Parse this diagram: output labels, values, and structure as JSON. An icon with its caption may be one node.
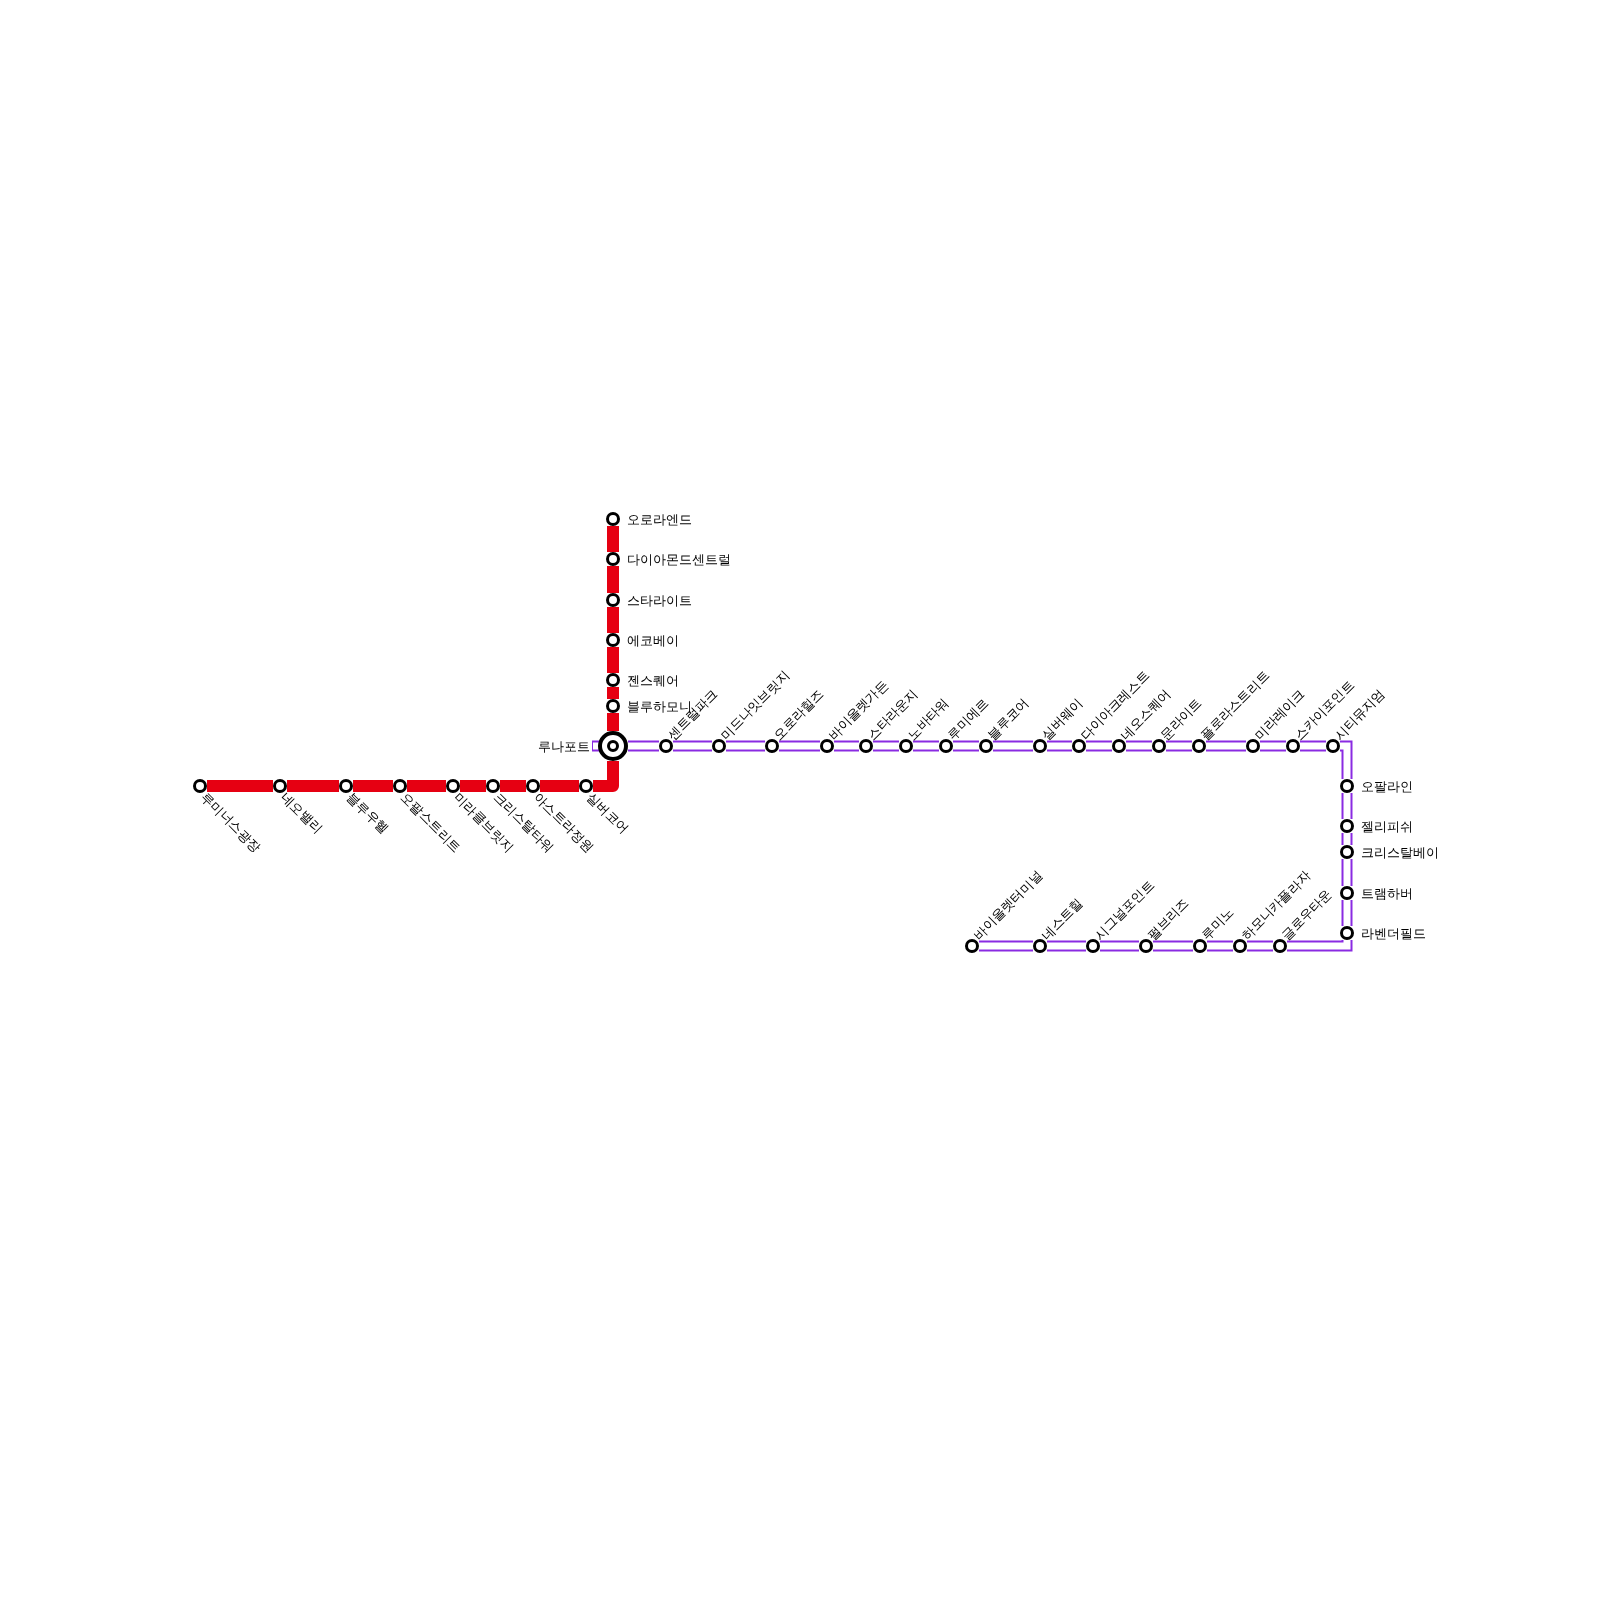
{
  "diagram": {
    "nodes": [
      {
        "text": [
          "오로라엔드"
        ]
      },
      {
        "text": [
          "다이아몬드센트럴"
        ]
      },
      {
        "text": [
          "스타라이트"
        ]
      },
      {
        "text": [
          "에코베이"
        ]
      },
      {
        "text": [
          "젠스퀘어"
        ]
      },
      {
        "text": [
          "블루하모니"
        ]
      },
      {
        "text": [
          "루나포트"
        ]
      },
      {
        "text": [
          "루미너스광장"
        ]
      },
      {
        "text": [
          "네오밸리"
        ]
      },
      {
        "text": [
          "블루우헬"
        ]
      },
      {
        "text": [
          "오팔스트리트"
        ]
      },
      {
        "text": [
          "미라클브릿지"
        ]
      },
      {
        "text": [
          "크리스탈타워"
        ]
      },
      {
        "text": [
          "아스트라정원"
        ]
      },
      {
        "text": [
          "실버코어"
        ]
      },
      {
        "text": [
          "센트럴파크"
        ]
      },
      {
        "text": [
          "미드나잇브릿지"
        ]
      },
      {
        "text": [
          "오로라힐즈"
        ]
      },
      {
        "text": [
          "바이올렛가든"
        ]
      },
      {
        "text": [
          "스타라운지"
        ]
      },
      {
        "text": [
          "노바타워"
        ]
      },
      {
        "text": [
          "루미에르"
        ]
      },
      {
        "text": [
          "블루코어"
        ]
      },
      {
        "text": [
          "실버웨이"
        ]
      },
      {
        "text": [
          "다이아크레스트"
        ]
      },
      {
        "text": [
          "네오스퀘어"
        ]
      },
      {
        "text": [
          "문라이트"
        ]
      },
      {
        "text": [
          "플로라스트리트"
        ]
      },
      {
        "text": [
          "미라레이크"
        ]
      },
      {
        "text": [
          "스카이포인트"
        ]
      },
      {
        "text": [
          "시티뮤지엄"
        ]
      },
      {
        "text": [
          "오팔라인"
        ]
      },
      {
        "text": [
          "젤리피쉬"
        ]
      },
      {
        "text": [
          "크리스탈베이"
        ]
      },
      {
        "text": [
          "트램하버"
        ]
      },
      {
        "text": [
          "라벤더필드"
        ]
      },
      {
        "text": [
          "바이올렛터미널"
        ]
      },
      {
        "text": [
          "네스트힐"
        ]
      },
      {
        "text": [
          "시그널포인트"
        ]
      },
      {
        "text": [
          "펄브리즈"
        ]
      },
      {
        "text": [
          "루미노"
        ]
      },
      {
        "text": [
          "하모니카플라자"
        ]
      },
      {
        "text": [
          "글로우타운"
        ]
      }
    ],
    "edges": [
      {
        "from": 0,
        "to": 1,
        "arrow": "none",
        "color": "#e60012"
      },
      {
        "from": 1,
        "to": 2,
        "arrow": "none",
        "color": "#e60012"
      },
      {
        "from": 2,
        "to": 3,
        "arrow": "none",
        "color": "#e60012"
      },
      {
        "from": 3,
        "to": 4,
        "arrow": "none",
        "color": "#e60012"
      },
      {
        "from": 4,
        "to": 5,
        "arrow": "none",
        "color": "#e60012"
      },
      {
        "from": 5,
        "to": 6,
        "arrow": "none",
        "color": "#e60012"
      },
      {
        "from": 6,
        "to": 14,
        "arrow": "none",
        "color": "#e60012"
      },
      {
        "from": 14,
        "to": 13,
        "arrow": "none",
        "color": "#e60012"
      },
      {
        "from": 13,
        "to": 12,
        "arrow": "none",
        "color": "#e60012"
      },
      {
        "from": 12,
        "to": 11,
        "arrow": "none",
        "color": "#e60012"
      },
      {
        "from": 11,
        "to": 10,
        "arrow": "none",
        "color": "#e60012"
      },
      {
        "from": 10,
        "to": 9,
        "arrow": "none",
        "color": "#e60012"
      },
      {
        "from": 9,
        "to": 8,
        "arrow": "none",
        "color": "#e60012"
      },
      {
        "from": 8,
        "to": 7,
        "arrow": "none",
        "color": "#e60012"
      },
      {
        "from": 6,
        "to": 15,
        "arrow": "none"
      },
      {
        "from": 15,
        "to": 16,
        "arrow": "none"
      },
      {
        "from": 16,
        "to": 17,
        "arrow": "none"
      },
      {
        "from": 17,
        "to": 18,
        "arrow": "none"
      },
      {
        "from": 18,
        "to": 19,
        "arrow": "none"
      },
      {
        "from": 19,
        "to": 20,
        "arrow": "none"
      },
      {
        "from": 20,
        "to": 21,
        "arrow": "none"
      },
      {
        "from": 21,
        "to": 22,
        "arrow": "none"
      },
      {
        "from": 22,
        "to": 23,
        "arrow": "none"
      },
      {
        "from": 23,
        "to": 24,
        "arrow": "none"
      },
      {
        "from": 24,
        "to": 25,
        "arrow": "none"
      },
      {
        "from": 25,
        "to": 26,
        "arrow": "none"
      },
      {
        "from": 26,
        "to": 27,
        "arrow": "none"
      },
      {
        "from": 27,
        "to": 28,
        "arrow": "none"
      },
      {
        "from": 28,
        "to": 29,
        "arrow": "none"
      },
      {
        "from": 29,
        "to": 30,
        "arrow": "none"
      },
      {
        "from": 30,
        "to": 31,
        "arrow": "none"
      },
      {
        "from": 31,
        "to": 32,
        "arrow": "none"
      },
      {
        "from": 32,
        "to": 33,
        "arrow": "none"
      },
      {
        "from": 33,
        "to": 34,
        "arrow": "none"
      },
      {
        "from": 34,
        "to": 35,
        "arrow": "none"
      },
      {
        "from": 35,
        "to": 42,
        "arrow": "none"
      },
      {
        "from": 42,
        "to": 41,
        "arrow": "none"
      },
      {
        "from": 41,
        "to": 40,
        "arrow": "none"
      },
      {
        "from": 40,
        "to": 39,
        "arrow": "none"
      },
      {
        "from": 39,
        "to": 38,
        "arrow": "none"
      },
      {
        "from": 38,
        "to": 37,
        "arrow": "none"
      },
      {
        "from": 37,
        "to": 36,
        "arrow": "none"
      }
    ]
  }
}
